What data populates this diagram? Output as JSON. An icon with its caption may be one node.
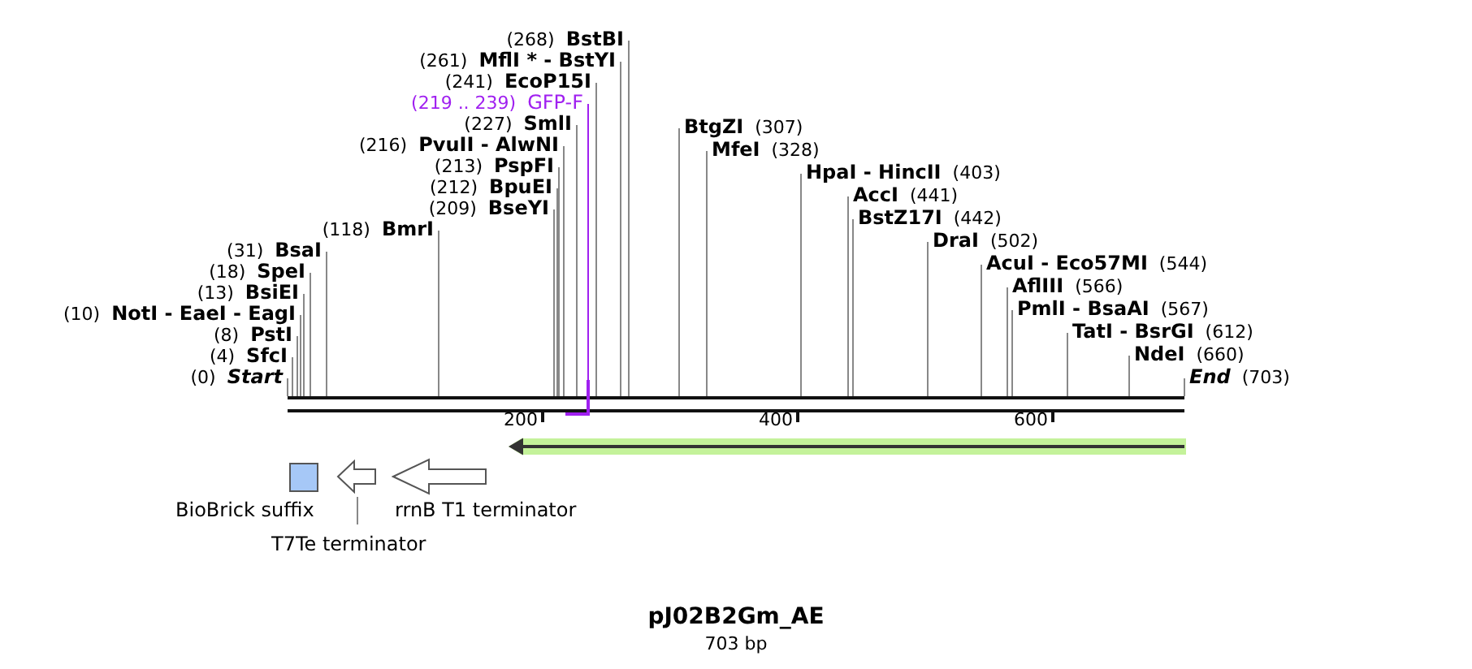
{
  "diagram": {
    "title": "pJ02B2Gm_AE",
    "caption": "703 bp",
    "nodes": [
      {
        "text": [
          "(0)",
          "Start"
        ]
      },
      {
        "text": [
          "(4)",
          "SfcI"
        ]
      },
      {
        "text": [
          "(8)",
          "PstI"
        ]
      },
      {
        "text": [
          "(10)",
          "NotI - EaeI - EagI"
        ]
      },
      {
        "text": [
          "(13)",
          "BsiEI"
        ]
      },
      {
        "text": [
          "(18)",
          "SpeI"
        ]
      },
      {
        "text": [
          "(31)",
          "BsaI"
        ]
      },
      {
        "text": [
          "(118)",
          "BmrI"
        ]
      },
      {
        "text": [
          "(209)",
          "BseYI"
        ]
      },
      {
        "text": [
          "(212)",
          "BpuEI"
        ]
      },
      {
        "text": [
          "(213)",
          "PspFI"
        ]
      },
      {
        "text": [
          "(216)",
          "PvuII - AlwNI"
        ]
      },
      {
        "text": [
          "(227)",
          "SmlI"
        ]
      },
      {
        "text": [
          "(219 .. 239)",
          "GFP-F"
        ]
      },
      {
        "text": [
          "(241)",
          "EcoP15I"
        ]
      },
      {
        "text": [
          "(261)",
          "MflI * - BstYI"
        ]
      },
      {
        "text": [
          "(268)",
          "BstBI"
        ]
      },
      {
        "text": [
          "BtgZI",
          "(307)"
        ]
      },
      {
        "text": [
          "MfeI",
          "(328)"
        ]
      },
      {
        "text": [
          "HpaI - HincII",
          "(403)"
        ]
      },
      {
        "text": [
          "AccI",
          "(441)"
        ]
      },
      {
        "text": [
          "BstZ17I",
          "(442)"
        ]
      },
      {
        "text": [
          "DraI",
          "(502)"
        ]
      },
      {
        "text": [
          "AcuI - Eco57MI",
          "(544)"
        ]
      },
      {
        "text": [
          "AflIII",
          "(566)"
        ]
      },
      {
        "text": [
          "PmlI - BsaAI",
          "(567)"
        ]
      },
      {
        "text": [
          "TatI - BsrGI",
          "(612)"
        ]
      },
      {
        "text": [
          "NdeI",
          "(660)"
        ]
      },
      {
        "text": [
          "End",
          "(703)"
        ]
      },
      {
        "text": [],
        "shape": "bar"
      },
      {
        "text": [],
        "shape": "arrow"
      },
      {
        "text": [],
        "shape": "arrow"
      },
      {
        "text": [
          "BioBrick suffix"
        ]
      },
      {
        "text": [],
        "shape": "arrow"
      },
      {
        "text": [
          "T7Te terminator"
        ]
      },
      {
        "text": [
          "rrnB T1 terminator"
        ]
      }
    ],
    "edges": [
      {
        "from": 0,
        "to": 29,
        "arrow": "none"
      },
      {
        "from": 1,
        "to": 29,
        "arrow": "none"
      },
      {
        "from": 2,
        "to": 29,
        "arrow": "none"
      },
      {
        "from": 3,
        "to": 29,
        "arrow": "none"
      },
      {
        "from": 4,
        "to": 29,
        "arrow": "none"
      },
      {
        "from": 5,
        "to": 29,
        "arrow": "none"
      },
      {
        "from": 6,
        "to": 29,
        "arrow": "none"
      },
      {
        "from": 7,
        "to": 29,
        "arrow": "none"
      },
      {
        "from": 8,
        "to": 29,
        "arrow": "none"
      },
      {
        "from": 9,
        "to": 29,
        "arrow": "none"
      },
      {
        "from": 10,
        "to": 29,
        "arrow": "none"
      },
      {
        "from": 11,
        "to": 29,
        "arrow": "none"
      },
      {
        "from": 12,
        "to": 29,
        "arrow": "none"
      },
      {
        "from": 13,
        "to": 30,
        "arrow": "none",
        "color": "#a020f0"
      },
      {
        "from": 14,
        "to": 29,
        "arrow": "none"
      },
      {
        "from": 15,
        "to": 29,
        "arrow": "none"
      },
      {
        "from": 16,
        "to": 29,
        "arrow": "none"
      },
      {
        "from": 17,
        "to": 29,
        "arrow": "none"
      },
      {
        "from": 18,
        "to": 29,
        "arrow": "none"
      },
      {
        "from": 19,
        "to": 29,
        "arrow": "none"
      },
      {
        "from": 20,
        "to": 29,
        "arrow": "none"
      },
      {
        "from": 21,
        "to": 29,
        "arrow": "none"
      },
      {
        "from": 22,
        "to": 29,
        "arrow": "none"
      },
      {
        "from": 23,
        "to": 29,
        "arrow": "none"
      },
      {
        "from": 24,
        "to": 29,
        "arrow": "none"
      },
      {
        "from": 25,
        "to": 29,
        "arrow": "none"
      },
      {
        "from": 26,
        "to": 29,
        "arrow": "none"
      },
      {
        "from": 27,
        "to": 29,
        "arrow": "none"
      },
      {
        "from": 28,
        "to": 29,
        "arrow": "none"
      },
      {
        "from": 34,
        "to": 33,
        "arrow": "none"
      }
    ],
    "labels": [
      "200",
      "400",
      "600"
    ]
  }
}
